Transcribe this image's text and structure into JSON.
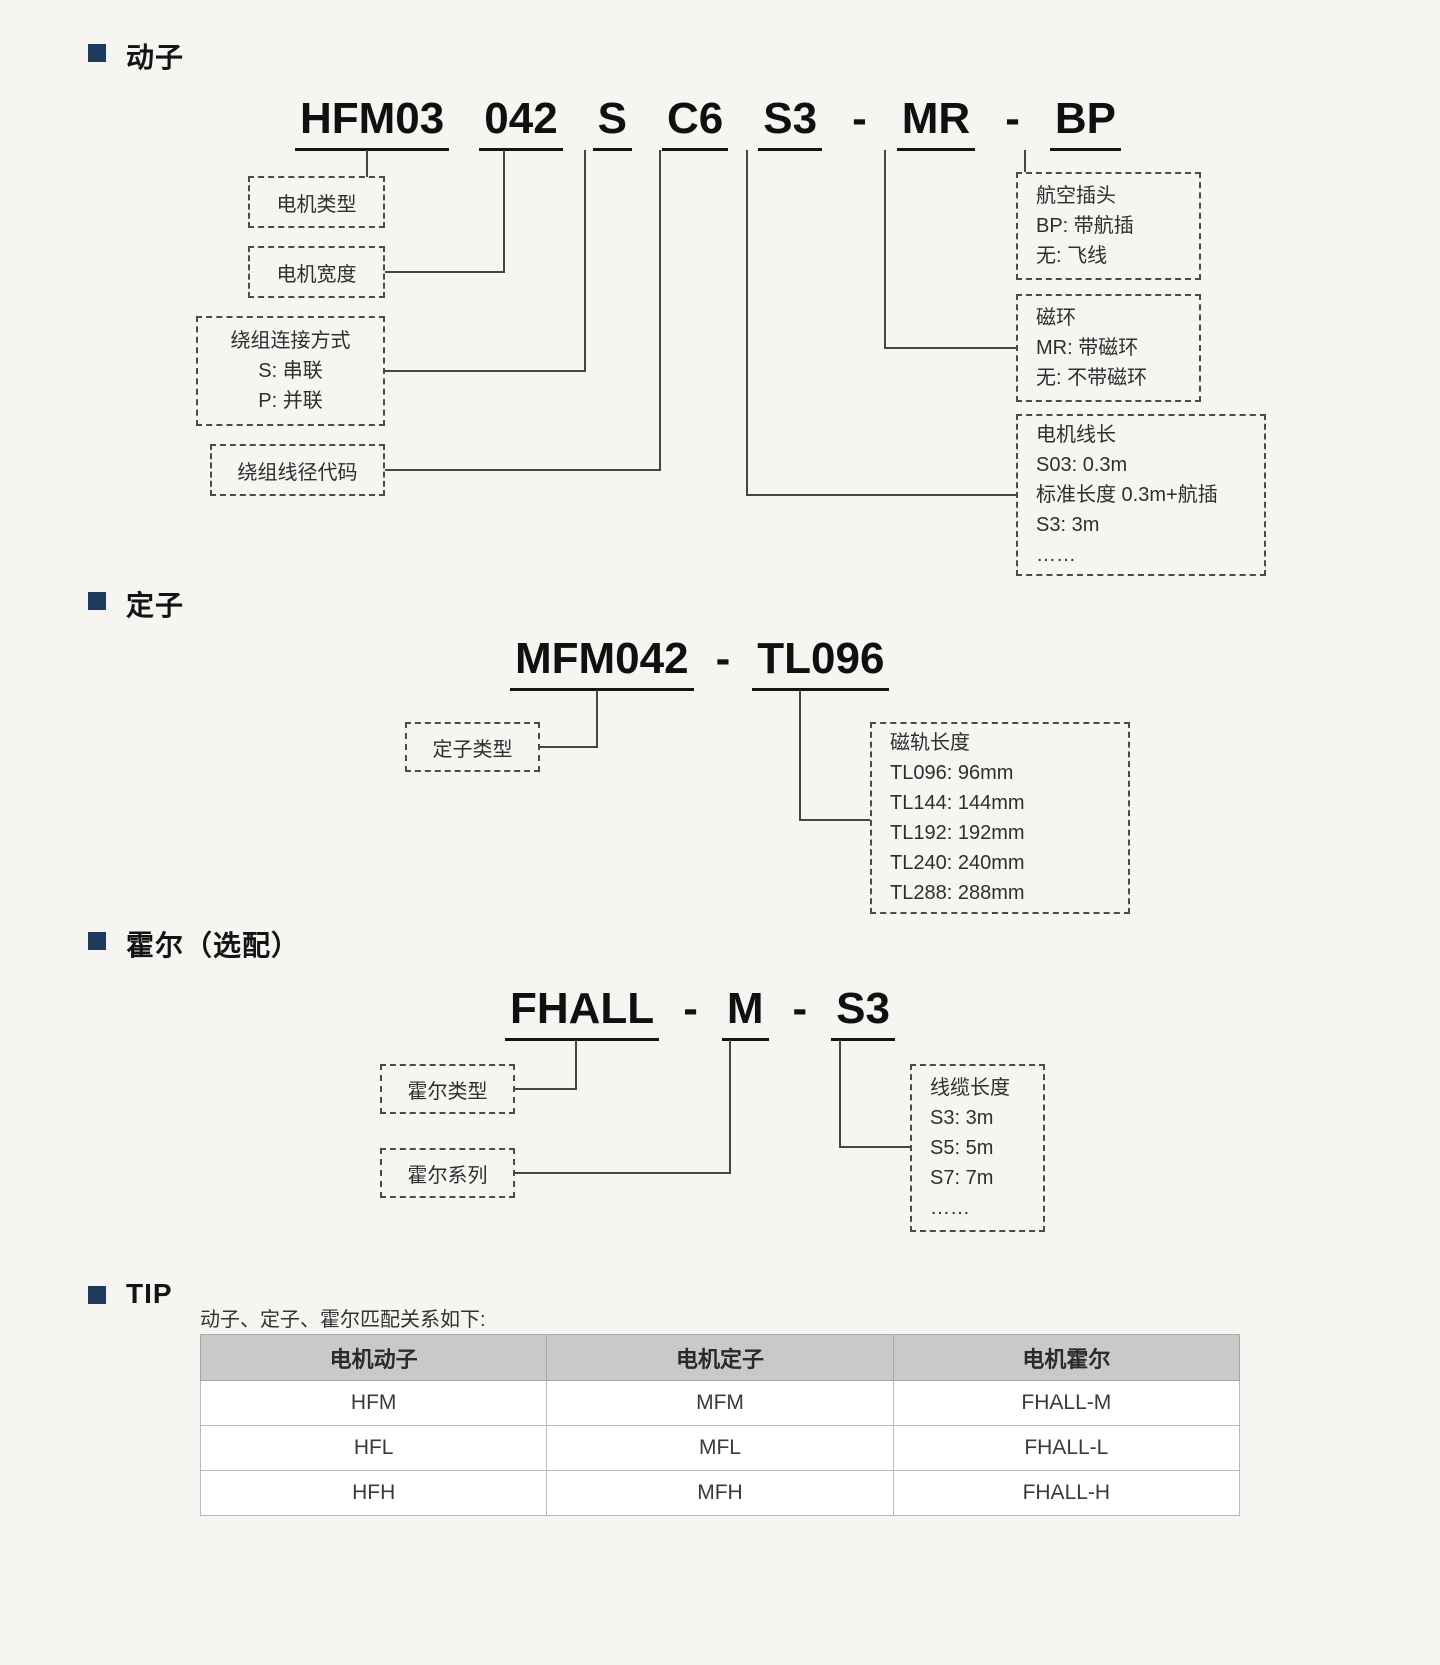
{
  "colors": {
    "background": "#f7f5f2",
    "bullet": "#1e3a5c",
    "table_header_bg": "#c9c9c9"
  },
  "mover": {
    "title": "动子",
    "code": [
      "HFM03",
      "042",
      "S",
      "C6",
      "S3",
      "-",
      "MR",
      "-",
      "BP"
    ],
    "labels": {
      "motor_type": "电机类型",
      "motor_width": "电机宽度",
      "winding_connection": [
        "绕组连接方式",
        "S: 串联",
        "P: 并联"
      ],
      "wire_gauge": "绕组线径代码",
      "aviation_plug": [
        "航空插头",
        "BP: 带航插",
        "无: 飞线"
      ],
      "magnetic_ring": [
        "磁环",
        "MR: 带磁环",
        "无: 不带磁环"
      ],
      "cable_length": [
        "电机线长",
        "S03: 0.3m",
        "标准长度 0.3m+航插",
        "S3: 3m",
        "……"
      ]
    }
  },
  "stator": {
    "title": "定子",
    "code": [
      "MFM042",
      "-",
      "TL096"
    ],
    "labels": {
      "stator_type": "定子类型",
      "track_length": [
        "磁轨长度",
        "TL096: 96mm",
        "TL144: 144mm",
        "TL192: 192mm",
        "TL240: 240mm",
        "TL288: 288mm"
      ]
    }
  },
  "hall": {
    "title": "霍尔（选配）",
    "code": [
      "FHALL",
      "-",
      "M",
      "-",
      "S3"
    ],
    "labels": {
      "hall_type": "霍尔类型",
      "hall_series": "霍尔系列",
      "cable_length": [
        "线缆长度",
        "S3: 3m",
        "S5: 5m",
        "S7: 7m",
        "……"
      ]
    }
  },
  "tip": {
    "title": "TIP",
    "note": "动子、定子、霍尔匹配关系如下:",
    "table": {
      "headers": [
        "电机动子",
        "电机定子",
        "电机霍尔"
      ],
      "rows": [
        [
          "HFM",
          "MFM",
          "FHALL-M"
        ],
        [
          "HFL",
          "MFL",
          "FHALL-L"
        ],
        [
          "HFH",
          "MFH",
          "FHALL-H"
        ]
      ]
    }
  }
}
